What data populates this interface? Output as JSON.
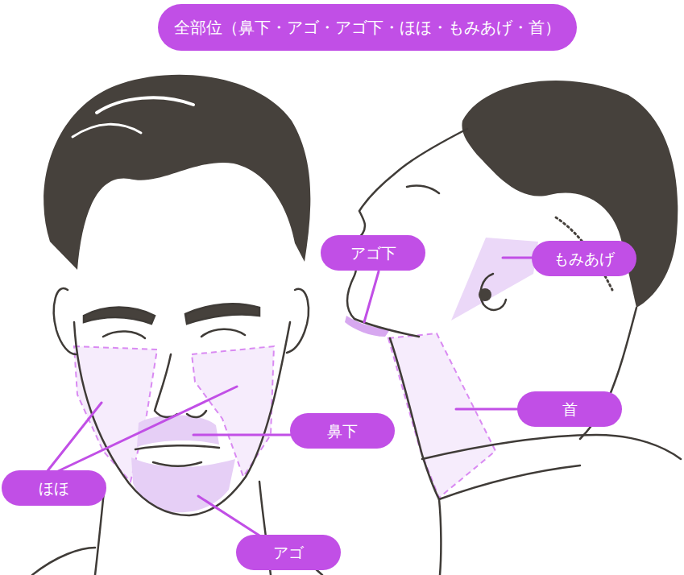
{
  "diagram": {
    "title": "全部位（鼻下・アゴ・アゴ下・ほほ・もみあげ・首）",
    "nodes": [
      {
        "text": [
          "アゴ下"
        ]
      },
      {
        "text": [
          "もみあげ"
        ]
      },
      {
        "text": [
          "首"
        ]
      },
      {
        "text": [
          "鼻下"
        ]
      },
      {
        "text": [
          "ほほ"
        ]
      },
      {
        "text": [
          "アゴ"
        ]
      }
    ]
  }
}
